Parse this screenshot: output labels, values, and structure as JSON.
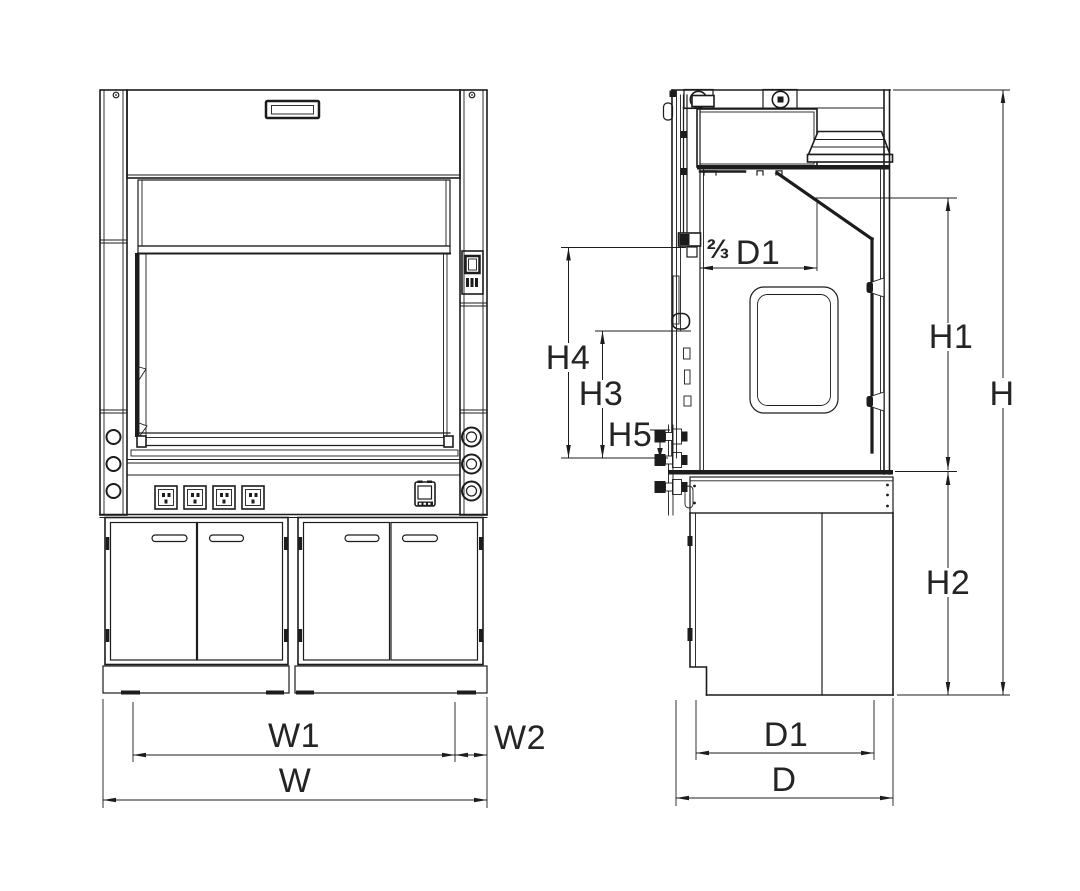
{
  "colors": {
    "line": "#1c1c1c",
    "background": "#ffffff"
  },
  "front_view": {
    "dims": {
      "w1": "W1",
      "w2": "W2",
      "w": "W"
    }
  },
  "side_view": {
    "dims": {
      "baffle_fraction": "⅔",
      "baffle_depth": "D1",
      "h": "H",
      "h1": "H1",
      "h2": "H2",
      "h3": "H3",
      "h4": "H4",
      "h5": "H5",
      "d": "D",
      "d1": "D1"
    }
  }
}
